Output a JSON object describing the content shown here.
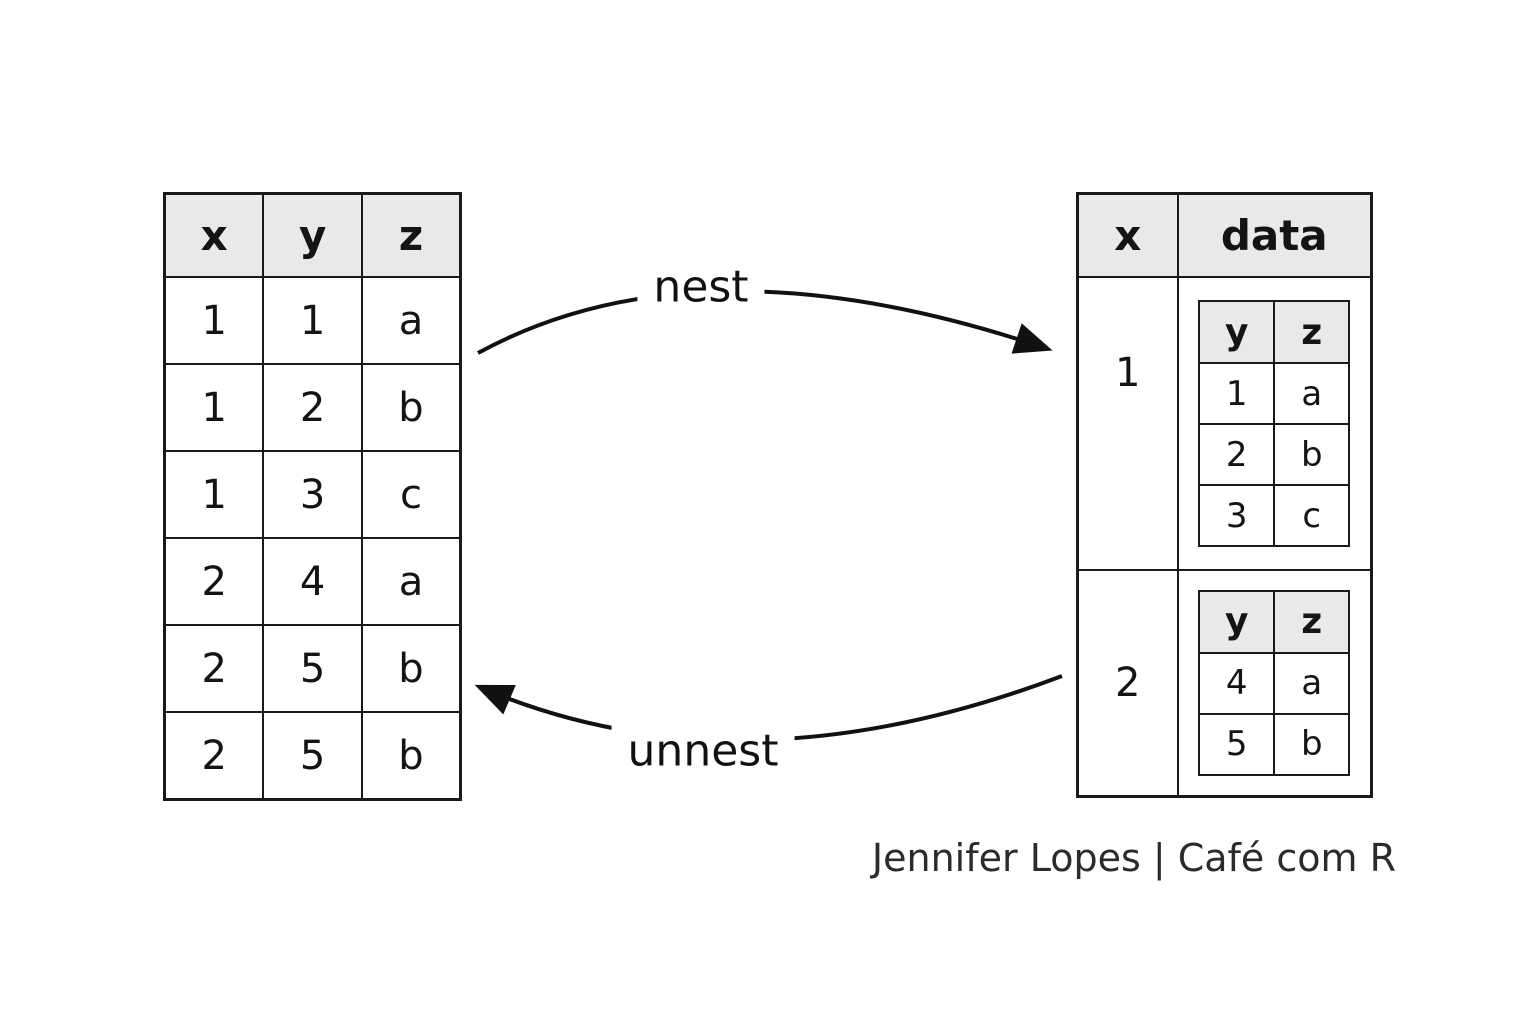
{
  "flat_table": {
    "headers": [
      "x",
      "y",
      "z"
    ],
    "rows": [
      [
        "1",
        "1",
        "a"
      ],
      [
        "1",
        "2",
        "b"
      ],
      [
        "1",
        "3",
        "c"
      ],
      [
        "2",
        "4",
        "a"
      ],
      [
        "2",
        "5",
        "b"
      ],
      [
        "2",
        "5",
        "b"
      ]
    ]
  },
  "nested_table": {
    "headers": [
      "x",
      "data"
    ],
    "groups": [
      {
        "x": "1",
        "inner": {
          "headers": [
            "y",
            "z"
          ],
          "rows": [
            [
              "1",
              "a"
            ],
            [
              "2",
              "b"
            ],
            [
              "3",
              "c"
            ]
          ]
        }
      },
      {
        "x": "2",
        "inner": {
          "headers": [
            "y",
            "z"
          ],
          "rows": [
            [
              "4",
              "a"
            ],
            [
              "5",
              "b"
            ]
          ]
        }
      }
    ]
  },
  "arrows": {
    "nest_label": "nest",
    "unnest_label": "unnest"
  },
  "attribution": "Jennifer Lopes | Café com R",
  "colors": {
    "background": "#ffffff",
    "header_bg": "#e9e9e9",
    "border": "#1a1a1a",
    "text": "#141414",
    "arrow": "#111111"
  }
}
